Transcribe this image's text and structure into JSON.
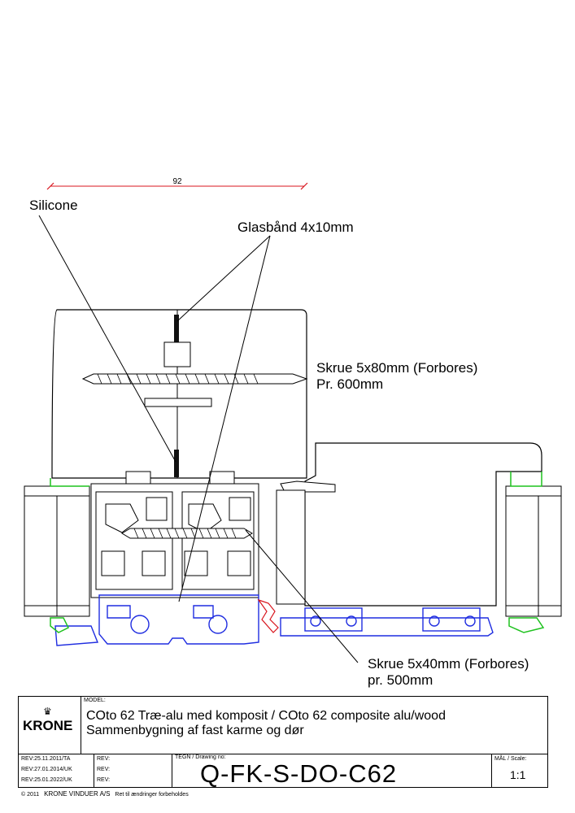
{
  "drawing": {
    "dimension": "92",
    "callouts": {
      "silicone": "Silicone",
      "glazing_tape": "Glasbånd 4x10mm",
      "screw_top_line1": "Skrue 5x80mm (Forbores)",
      "screw_top_line2": "Pr. 600mm",
      "screw_bottom_line1": "Skrue 5x40mm (Forbores)",
      "screw_bottom_line2": "pr. 500mm"
    },
    "colors": {
      "outline": "#000000",
      "aluminium": "#1f2de0",
      "gasket": "#1fc21f",
      "dimension": "#d8141c"
    }
  },
  "title_block": {
    "model_label": "MODEL:",
    "title_line1": "COto 62 Træ-alu med komposit / COto 62 composite alu/wood",
    "title_line2": "Sammenbygning af fast karme og dør",
    "logo_text": "KRONE",
    "revisions": [
      "REV:25.11.2011/TA",
      "REV:27.01.2014/UK",
      "REV:25.01.2022/UK"
    ],
    "rev_blank": [
      "REV:",
      "REV:",
      "REV:"
    ],
    "drawing_no_label": "TEGN / Drawing no:",
    "drawing_no": "Q-FK-S-DO-C62",
    "scale_label": "MÅL / Scale:",
    "scale": "1:1",
    "copyright": "© 2011",
    "company": "KRONE VINDUER A/S",
    "disclaimer": "Ret til ændringer forbeholdes"
  }
}
